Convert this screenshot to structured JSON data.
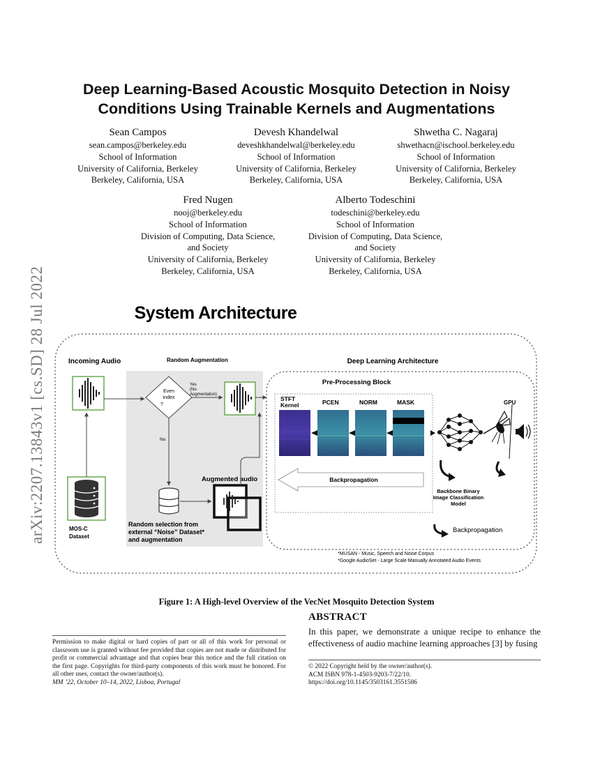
{
  "arxiv_id": "arXiv:2207.13843v1  [cs.SD]  28 Jul 2022",
  "title_line1": "Deep Learning-Based Acoustic Mosquito Detection in Noisy",
  "title_line2": "Conditions Using Trainable Kernels and Augmentations",
  "authors": [
    {
      "name": "Sean Campos",
      "email": "sean.campos@berkeley.edu",
      "lines": [
        "School of Information",
        "University of California, Berkeley",
        "Berkeley, California, USA"
      ]
    },
    {
      "name": "Devesh Khandelwal",
      "email": "deveshkhandelwal@berkeley.edu",
      "lines": [
        "School of Information",
        "University of California, Berkeley",
        "Berkeley, California, USA"
      ]
    },
    {
      "name": "Shwetha C. Nagaraj",
      "email": "shwethacn@ischool.berkeley.edu",
      "lines": [
        "School of Information",
        "University of California, Berkeley",
        "Berkeley, California, USA"
      ]
    },
    {
      "name": "Fred Nugen",
      "email": "nooj@berkeley.edu",
      "lines": [
        "School of Information",
        "Division of Computing, Data Science,",
        "and Society",
        "University of California, Berkeley",
        "Berkeley, California, USA"
      ]
    },
    {
      "name": "Alberto Todeschini",
      "email": "todeschini@berkeley.edu",
      "lines": [
        "School of Information",
        "Division of Computing, Data Science,",
        "and Society",
        "University of California, Berkeley",
        "Berkeley, California, USA"
      ]
    }
  ],
  "figure": {
    "heading": "System Architecture",
    "incoming_audio": "Incoming Audio",
    "random_augmentation": "Random Augmentation",
    "even_index_1": "Even",
    "even_index_2": "index",
    "even_index_3": "?",
    "yes_1": "Yes",
    "yes_2": "(No",
    "yes_3": "Augmentation)",
    "no": "No",
    "deep_learning_architecture": "Deep Learning Architecture",
    "preprocessing_block": "Pre-Processing Block",
    "stft_1": "STFT",
    "stft_2": "Kernel",
    "pcen": "PCEN",
    "norm": "NORM",
    "mask": "MASK",
    "gpu": "GPU",
    "backprop_inner": "Backpropagation",
    "augmented_audio": "Augmented audio",
    "random_sel_1": "Random selection from",
    "random_sel_2": "external “Noise” Dataset*",
    "random_sel_3": "and augmentation",
    "mosc_1": "MOS-C",
    "mosc_2": "Dataset",
    "backbone_1": "Backbone Binary",
    "backbone_2": "Image Classification",
    "backbone_3": "Model",
    "backprop_outer": "Backpropagation",
    "foot_1": "*MUSAN - Music, Speech and Noise Corpus",
    "foot_2": "*Google AudioSet - Large Scale Manually Annotated Audio Events"
  },
  "caption": "Figure 1: A High-level Overview of the VecNet Mosquito Detection System",
  "abstract_heading": "ABSTRACT",
  "abstract_text": "In this paper, we demonstrate a unique recipe to enhance the effectiveness of audio machine learning approaches [3] by fusing",
  "permission_text": "Permission to make digital or hard copies of part or all of this work for personal or classroom use is granted without fee provided that copies are not made or distributed for profit or commercial advantage and that copies bear this notice and the full citation on the first page. Copyrights for third-party components of this work must be honored. For all other uses, contact the owner/author(s).",
  "venue": "MM ’22, October 10–14, 2022, Lisboa, Portugal",
  "copyright_1": "© 2022 Copyright held by the owner/author(s).",
  "copyright_2": "ACM ISBN 978-1-4503-9203-7/22/10.",
  "copyright_3": "https://doi.org/10.1145/3503161.3551586"
}
